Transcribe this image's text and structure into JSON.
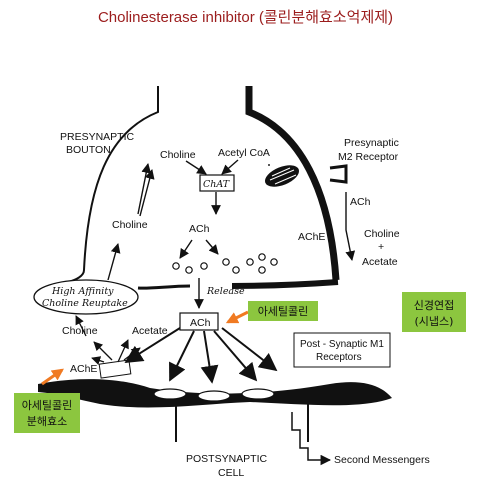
{
  "title": "Cholinesterase inhibitor (콜린분해효소억제제)",
  "labels": {
    "presynaptic_line1": "PRESYNAPTIC",
    "presynaptic_line2": "BOUTON",
    "choline_top": "Choline",
    "acetyl_coa": "Acetyl CoA",
    "presyn_m2_line1": "Presynaptic",
    "presyn_m2_line2": "M2 Receptor",
    "chat": "ChAT",
    "ach_top": "ACh",
    "ach_right": "ACh",
    "choline_left": "Choline",
    "ache_inner": "AChE",
    "choline_right": "Choline",
    "plus": "+",
    "acetate_right": "Acetate",
    "reuptake_line1": "High Affinity",
    "reuptake_line2": "Choline Reuptake",
    "release": "Release",
    "ach_box": "ACh",
    "choline_cleft": "Choline",
    "acetate_cleft": "Acetate",
    "ache_cleft": "AChE",
    "m1_line1": "Post - Synaptic M1",
    "m1_line2": "Receptors",
    "postsyn_line1": "POSTSYNAPTIC",
    "postsyn_line2": "CELL",
    "second_messengers": "Second Messengers"
  },
  "callouts": {
    "ach_ko": "아세틸콜린",
    "synapse_ko_line1": "신경연접",
    "synapse_ko_line2": "(시냅스)",
    "ache_ko_line1": "아세틸콜린",
    "ache_ko_line2": "분해효소"
  },
  "colors": {
    "title": "#9b1c1c",
    "callout_fill": "#8cc63f",
    "arrow_orange": "#f07a22"
  }
}
